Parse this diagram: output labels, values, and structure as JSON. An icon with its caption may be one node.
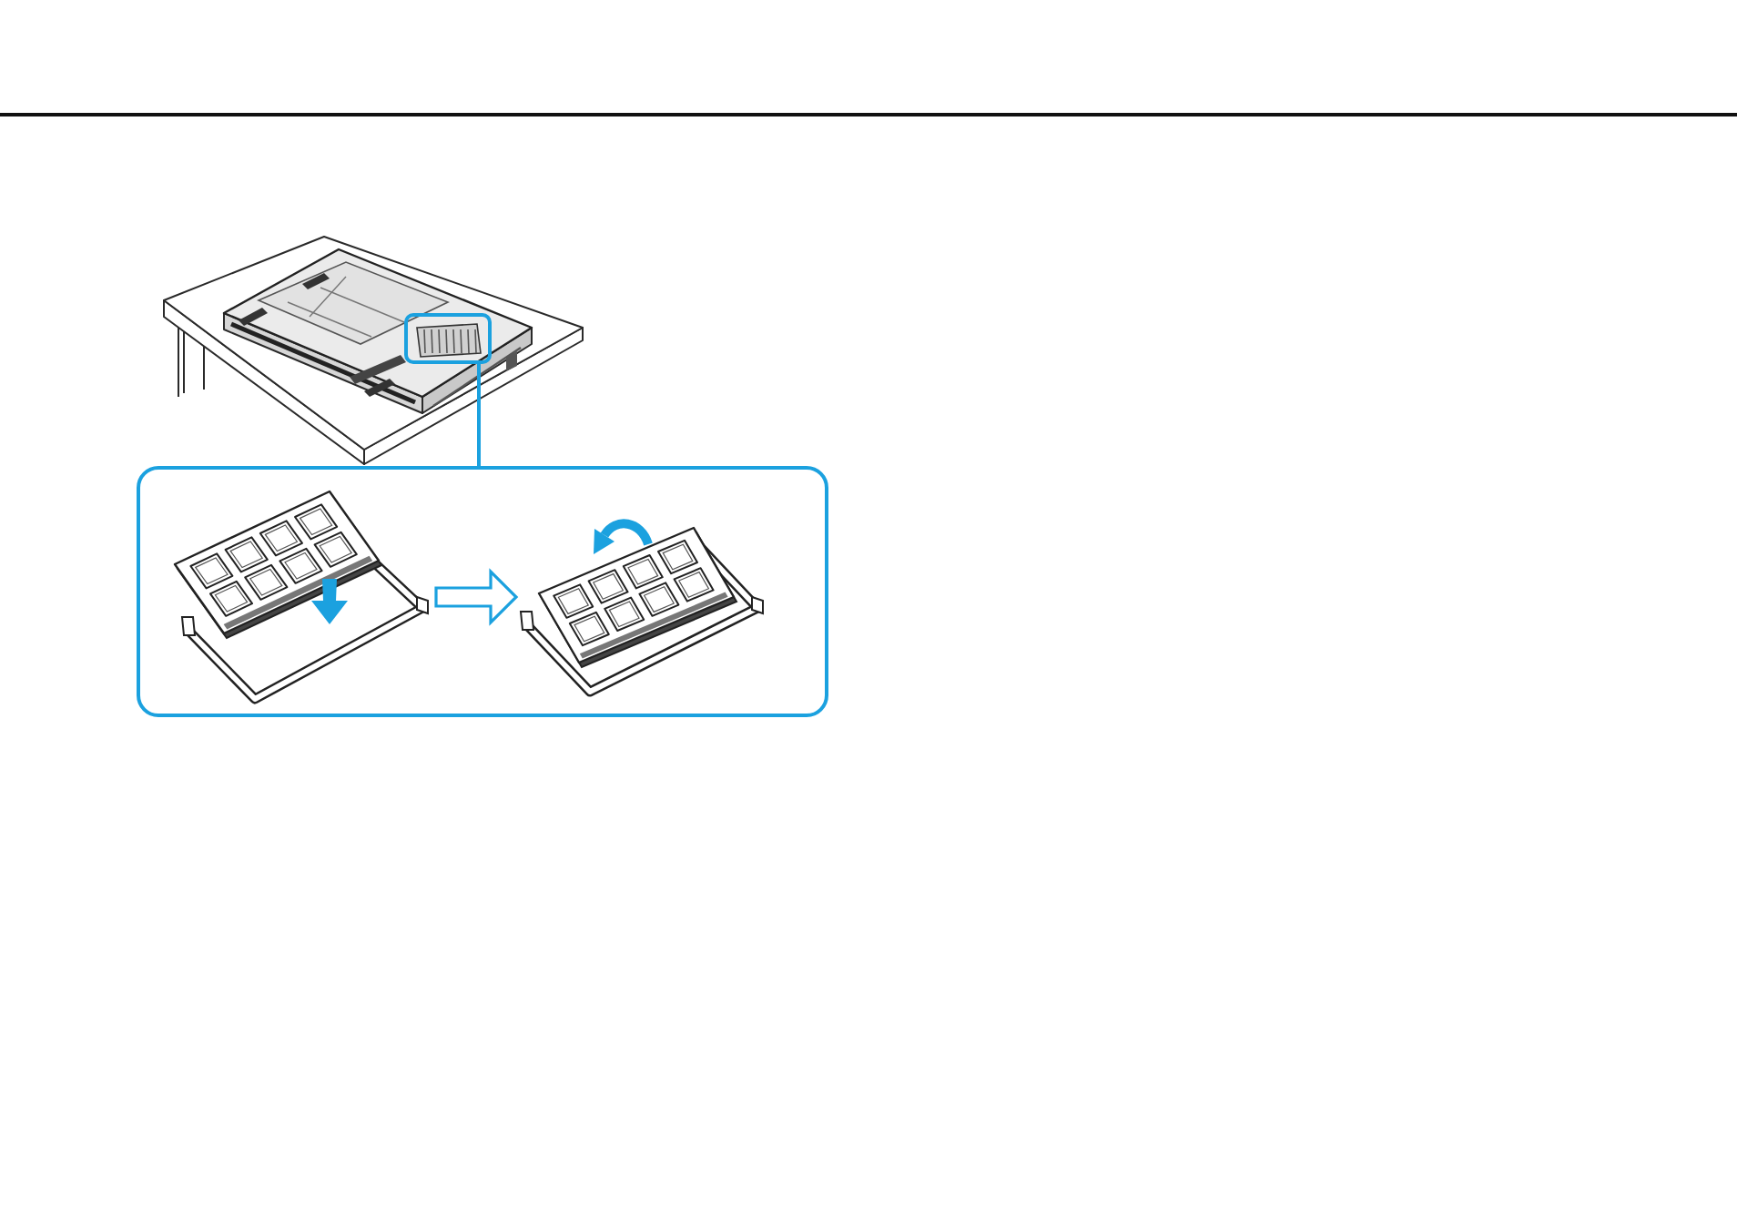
{
  "diagram": {
    "nodes": [
      {
        "text": [],
        "shape": "picture"
      },
      {
        "text": [],
        "shape": "box",
        "in": 0
      },
      {
        "text": [],
        "shape": "box"
      },
      {
        "text": [],
        "shape": "picture",
        "in": 2
      },
      {
        "text": [],
        "shape": "picture",
        "in": 2
      }
    ],
    "edges": [
      {
        "from": 1,
        "to": 2,
        "arrow": "none"
      },
      {
        "from": 3,
        "to": 4,
        "arrow": "to",
        "style": "thick"
      }
    ]
  }
}
